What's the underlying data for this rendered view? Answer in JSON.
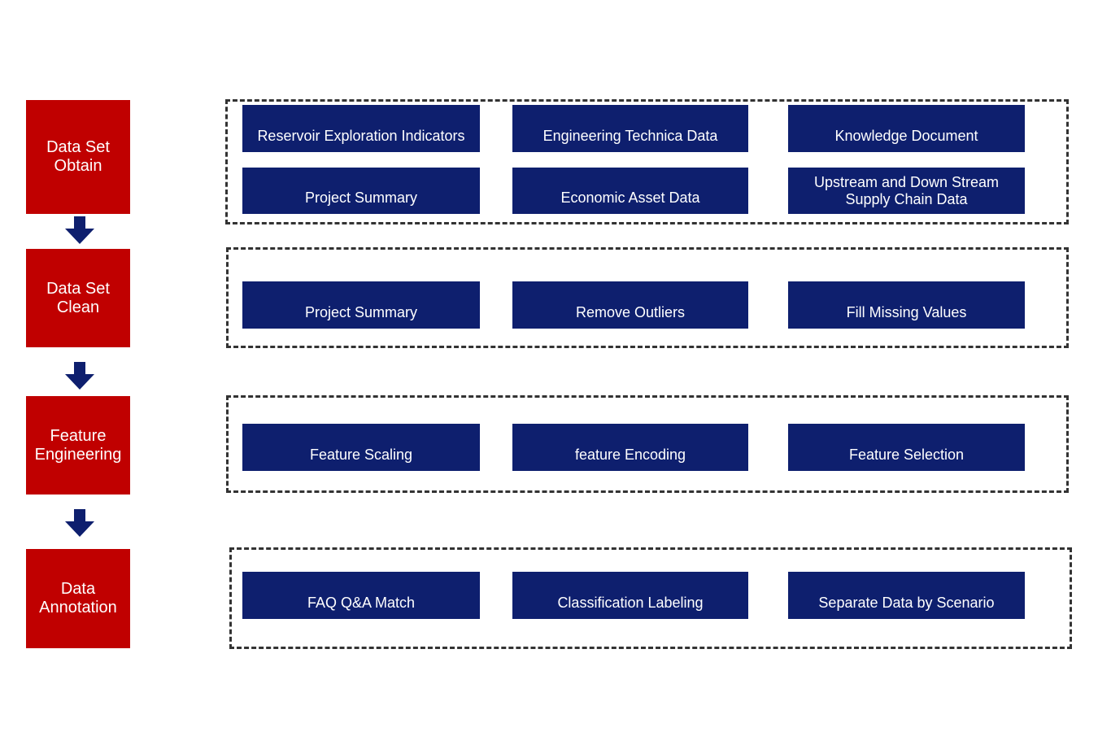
{
  "stages": [
    {
      "label": "Data Set\nObtain"
    },
    {
      "label": "Data Set\nClean"
    },
    {
      "label": "Feature\nEngineering"
    },
    {
      "label": "Data\nAnnotation"
    }
  ],
  "groups": [
    {
      "items": [
        "Reservoir Exploration Indicators",
        "Engineering Technica Data",
        "Knowledge Document",
        "Project Summary",
        "Economic Asset Data",
        "Upstream and Down Stream\nSupply Chain Data"
      ]
    },
    {
      "items": [
        "Project Summary",
        "Remove Outliers",
        "Fill Missing Values"
      ]
    },
    {
      "items": [
        "Feature Scaling",
        "feature Encoding",
        "Feature Selection"
      ]
    },
    {
      "items": [
        "FAQ Q&A Match",
        "Classification Labeling",
        "Separate Data by Scenario"
      ]
    }
  ],
  "colors": {
    "stage": "#c00000",
    "box": "#0e1f6e",
    "arrow": "#0e1f6e",
    "dash": "#333333"
  }
}
